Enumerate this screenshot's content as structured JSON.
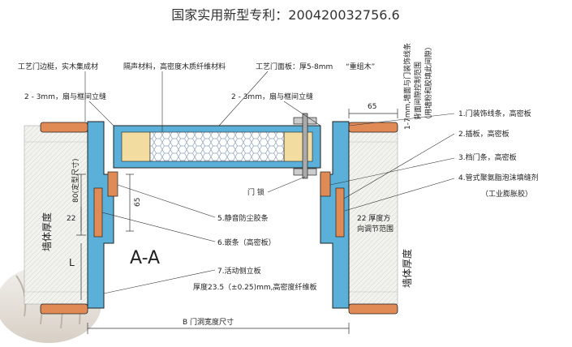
{
  "title": "国家实用新型专利：200420032756.6",
  "labels": {
    "frame_material": "工艺门边梃，实木集成材",
    "sound_material": "隔声材料，高密度木质纤维材料",
    "door_panel": "工艺门面板：厚5-8mm",
    "door_panel_veneer": "“重组木”",
    "gap_left": "2 - 3mm，扇与框间立缝",
    "gap_right": "2 - 3mm，扇与框间立缝",
    "gap_range": "1-7mm,墙面与门装饰线条",
    "gap_range_2": "背面间隙控制范围",
    "gap_range_3": "（用墙粉和胶填此间隙）",
    "dim_65_top": "65",
    "dim_80": "80(定型尺寸)",
    "dim_22": "22",
    "dim_65_side": "65",
    "dim_L": "L",
    "wall_left": "墙体厚度",
    "wall_right": "墙体厚度",
    "section": "A-A",
    "lock": "门 锁",
    "item1": "1.门装饰线条，高密板",
    "item2": "2.插板，高密板",
    "item3": "3.档门条，高密板",
    "item4": "4.管式聚氨脂泡沫填缝剂",
    "item4_note": "（工业膨胀胶）",
    "item5": "5.静音防尘胶条",
    "item6": "6.嵌条（高密板）",
    "item7": "7.活动侧立板",
    "thickness_note": "厚度23.5（±0.25)mm,高密度纤维板",
    "adjust_1": "22 厚度方",
    "adjust_2": "向调节范围",
    "bottom_dim": "B 门洞宽度尺寸"
  },
  "colors": {
    "frame": "#5ab0d8",
    "trim": "#e08a55",
    "insulation": "#f2dca0",
    "wall": "#f4f4f0",
    "line": "#222222",
    "text": "#222222"
  }
}
